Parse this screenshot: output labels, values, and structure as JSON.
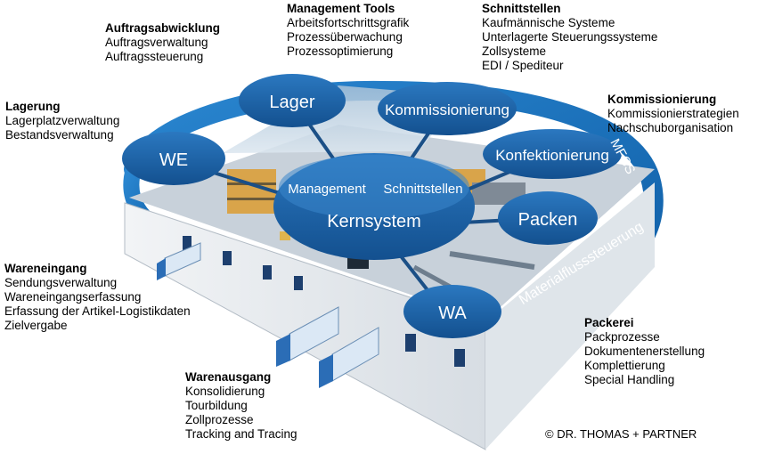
{
  "diagram": {
    "nodes": {
      "core_top": "Management",
      "core_top2": "Schnittstellen",
      "core": "Kernsystem",
      "lager": "Lager",
      "kommissionierung": "Kommissionierung",
      "we": "WE",
      "konfektionierung": "Konfektionierung",
      "packen": "Packen",
      "wa": "WA"
    },
    "ring_labels": {
      "mfcs": "MFCS",
      "materialfluss": "Materialflusssteuerung"
    },
    "blocks": {
      "auftrag": {
        "heading": "Auftragsabwicklung",
        "lines": [
          "Auftragsverwaltung",
          "Auftragssteuerung"
        ]
      },
      "management": {
        "heading": "Management Tools",
        "lines": [
          "Arbeitsfortschrittsgrafik",
          "Prozessüberwachung",
          "Prozessoptimierung"
        ]
      },
      "schnittstellen": {
        "heading": "Schnittstellen",
        "lines": [
          "Kaufmännische Systeme",
          "Unterlagerte Steuerungssysteme",
          "Zollsysteme",
          "EDI / Spediteur"
        ]
      },
      "lagerung": {
        "heading": "Lagerung",
        "lines": [
          "Lagerplatzverwaltung",
          "Bestandsverwaltung"
        ]
      },
      "kommissionierung": {
        "heading": "Kommissionierung",
        "lines": [
          "Kommissionierstrategien",
          "Nachschuborganisation"
        ]
      },
      "wareneingang": {
        "heading": "Wareneingang",
        "lines": [
          "Sendungsverwaltung",
          "Wareneingangserfassung",
          "Erfassung der Artikel-Logistikdaten",
          "Zielvergabe"
        ]
      },
      "packerei": {
        "heading": "Packerei",
        "lines": [
          "Packprozesse",
          "Dokumentenerstellung",
          "Komplettierung",
          "Special Handling"
        ]
      },
      "warenausgang": {
        "heading": "Warenausgang",
        "lines": [
          "Konsolidierung",
          "Tourbildung",
          "Zollprozesse",
          "Tracking and Tracing"
        ]
      }
    },
    "copyright": "© DR. THOMAS + PARTNER",
    "colors": {
      "node": "#1e63a8",
      "ring": "#1878c8",
      "spoke": "#1b4f86",
      "floor": "#c9d3dc",
      "wall": "#e8ecef"
    }
  }
}
